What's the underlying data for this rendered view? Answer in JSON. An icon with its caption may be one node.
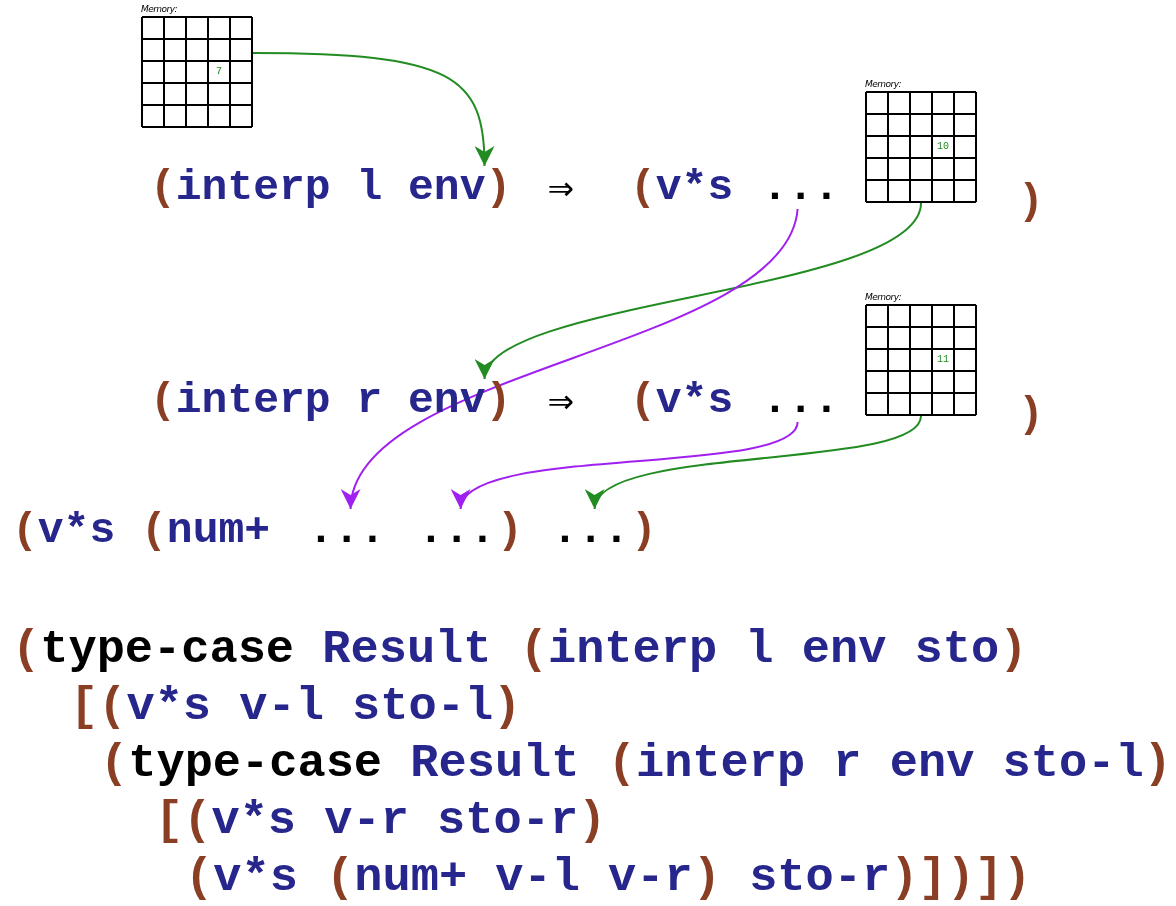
{
  "diagram": {
    "nodes": [
      {
        "text": [
          "Memory:",
          "7"
        ]
      },
      {
        "text": [
          "(interp l env)"
        ]
      },
      {
        "text": [
          "..."
        ]
      },
      {
        "text": [
          "Memory:",
          "10"
        ]
      },
      {
        "text": [
          "(interp r env)"
        ]
      },
      {
        "text": [
          "..."
        ]
      },
      {
        "text": [
          "Memory:",
          "11"
        ]
      },
      {
        "text": [
          "..."
        ]
      },
      {
        "text": [
          "..."
        ]
      },
      {
        "text": [
          "..."
        ]
      }
    ],
    "edges": [
      {
        "from": 0,
        "to": 1,
        "arrow": "to"
      },
      {
        "from": 3,
        "to": 4,
        "arrow": "to"
      },
      {
        "from": 2,
        "to": 7,
        "arrow": "to",
        "color": "#a020f0"
      },
      {
        "from": 5,
        "to": 8,
        "arrow": "to",
        "color": "#a020f0"
      },
      {
        "from": 6,
        "to": 9,
        "arrow": "to"
      }
    ],
    "labels": [
      "⇒",
      "(v*s",
      ")",
      "⇒",
      "(v*s",
      ")",
      "(v*s (num+",
      ")",
      ")",
      "(**type-case** Result (interp l env sto)",
      "[(v*s v-l sto-l)",
      "(**type-case** Result (interp r env sto-l)",
      "[(v*s v-r sto-r)",
      "(v*s (num+ v-l v-r) sto-r)])])"
    ]
  }
}
